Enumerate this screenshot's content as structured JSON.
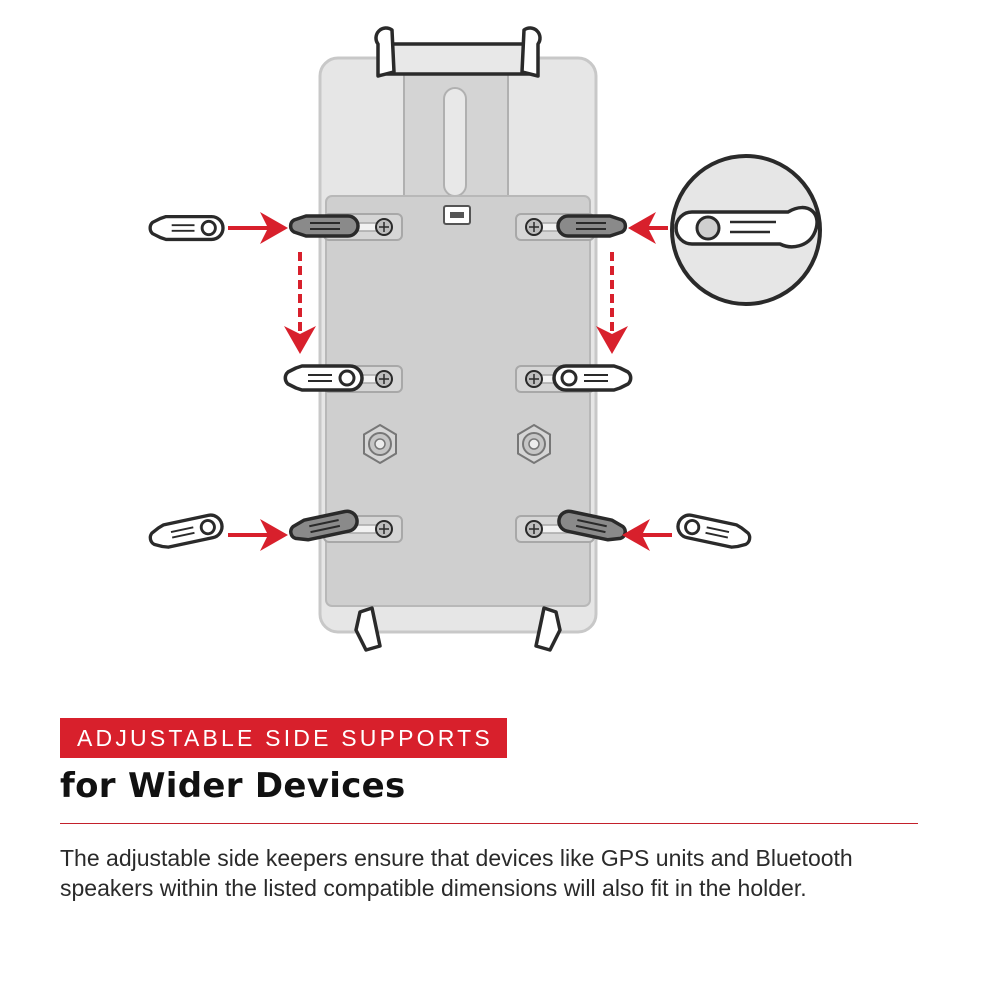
{
  "badge": {
    "text": "ADJUSTABLE SIDE SUPPORTS"
  },
  "headline": {
    "text": "for Wider Devices"
  },
  "description": {
    "text": "The adjustable side keepers ensure that devices like GPS units and Bluetooth speakers within the listed compatible dimensions will also fit in the holder."
  },
  "colors": {
    "accent": "#d8202c",
    "rule": "#c3202b",
    "holder_outline": "#c8c8c8",
    "holder_fill": "#e6e6e6",
    "inner_plate": "#cfcfcf",
    "line_art": "#2a2a2a"
  },
  "icons": {
    "holder": "universal-device-holder-illustration",
    "keeper": "side-keeper-clip-icon",
    "magnifier": "magnified-keeper-detail-icon",
    "arrow": "red-arrow-icon"
  }
}
